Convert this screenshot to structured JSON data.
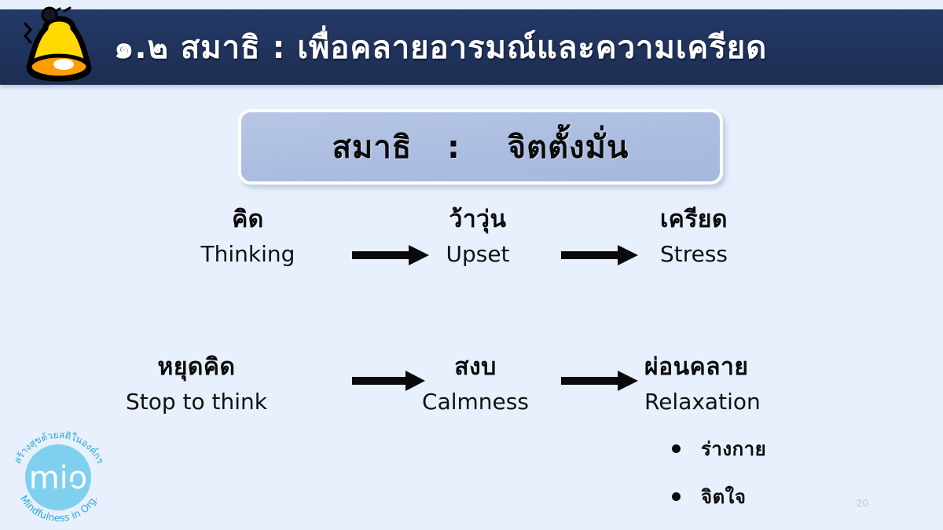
{
  "slide": {
    "page_number": "20",
    "background_color": "#e8f0fd"
  },
  "header": {
    "band_color": "#233966",
    "title": "๑.๒  สมาธิ  :  เพื่อคลายอารมณ์และความเครียด",
    "icon": "bell-icon",
    "bell_colors": {
      "body": "#ffd900",
      "mouth": "#ff9e00",
      "outline": "#000000",
      "highlight": "#ffffff"
    }
  },
  "headline": {
    "text": "สมาธิ   :    จิตตั้งมั่น",
    "fill_color": "#aabce0",
    "border_color": "#ffffff"
  },
  "flow": {
    "rows": [
      {
        "nodes": [
          {
            "thai": "คิด",
            "en": "Thinking"
          },
          {
            "thai": "ว้าวุ่น",
            "en": "Upset"
          },
          {
            "thai": "เครียด",
            "en": "Stress"
          }
        ],
        "arrows": [
          "arrow-right-icon",
          "arrow-right-icon"
        ]
      },
      {
        "nodes": [
          {
            "thai": "หยุดคิด",
            "en": "Stop to think"
          },
          {
            "thai": "สงบ",
            "en": "Calmness"
          },
          {
            "thai": "ผ่อนคลาย",
            "en": "Relaxation"
          }
        ],
        "arrows": [
          "arrow-right-icon",
          "arrow-right-icon"
        ]
      }
    ]
  },
  "bullets": [
    {
      "label": "ร่างกาย"
    },
    {
      "label": "จิตใจ"
    }
  ],
  "logo": {
    "wordmark": "mio",
    "arc_top_text": "สร้างสุขด้วยสติในองค์กร",
    "arc_bottom_text": "Mindfulness in Org.",
    "circle_color": "#7fd0ee",
    "text_color": "#2aa8d8"
  }
}
